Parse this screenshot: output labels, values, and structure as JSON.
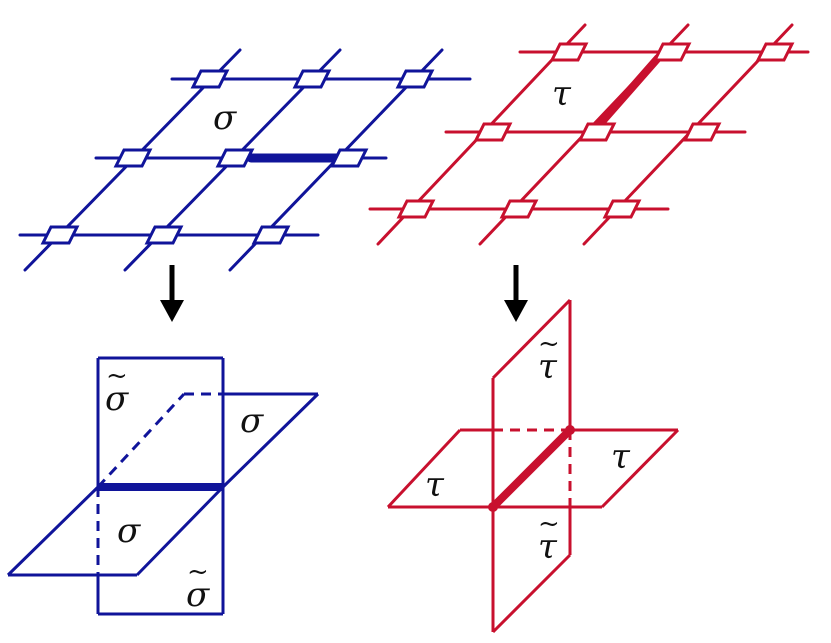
{
  "colors": {
    "blue": "#10149a",
    "red": "#c8102e",
    "arrow": "#000000"
  },
  "blue_grid": {
    "face_label": "σ"
  },
  "red_grid": {
    "face_label": "τ"
  },
  "blue_split": {
    "plane_label": "σ",
    "sheet_label": "σ",
    "tilde": "~"
  },
  "red_split": {
    "plane_label": "τ",
    "sheet_label": "τ",
    "tilde": "~"
  }
}
